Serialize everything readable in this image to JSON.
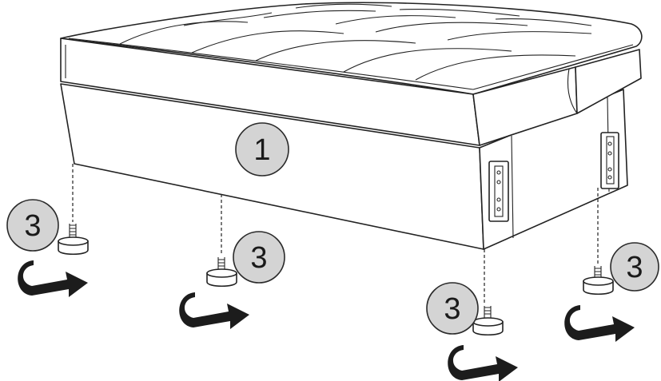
{
  "callouts": {
    "ottoman": "1",
    "foot_left": "3",
    "foot_middle": "3",
    "foot_front": "3",
    "foot_right": "3"
  },
  "colors": {
    "callout_fill": "#d4d4d4",
    "line": "#222222",
    "arrow": "#1c1c1c"
  },
  "icons": [
    "turn-arrow-icon"
  ]
}
